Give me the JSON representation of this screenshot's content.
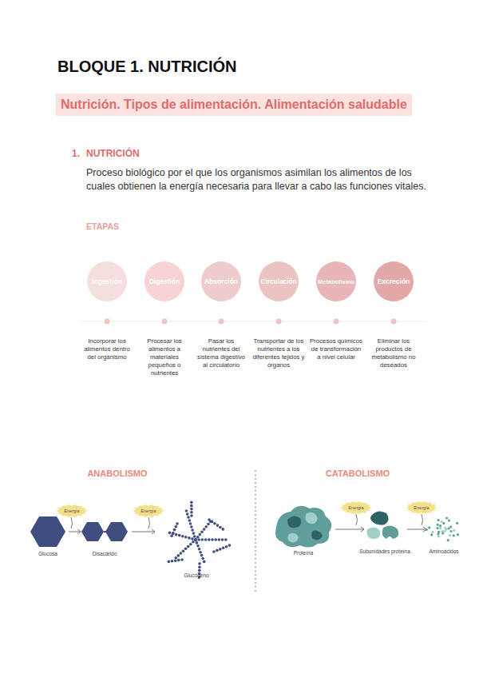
{
  "diagram": {
    "title": "BLOQUE 1. NUTRICIÓN",
    "nodes": [
      {
        "text": [
          "Nutrición. Tipos de alimentación. Alimentación saludable"
        ]
      },
      {
        "text": [
          "Ingestión",
          "Incorporar los alimentos dentro del organismo"
        ]
      },
      {
        "text": [
          "Digestión",
          "Procesar los alimentos a materiales pequeños o nutrientes"
        ]
      },
      {
        "text": [
          "Absorción",
          "Pasar los nutrientes del sistema digestivo al circulatorio"
        ]
      },
      {
        "text": [
          "Circulación",
          "Transportar de los nutrientes a los diferentes tejidos y órganos"
        ]
      },
      {
        "text": [
          "Metabolismo",
          "Procesos químicos de transformación a nivel celular"
        ]
      },
      {
        "text": [
          "Excreción",
          "Eliminar los productos de metabolismo no deseados"
        ]
      },
      {
        "text": [
          "Energía"
        ]
      },
      {
        "text": [
          "Energía"
        ]
      },
      {
        "text": [
          "Energía"
        ]
      },
      {
        "text": [
          "Energía"
        ]
      }
    ],
    "labels": [
      "1.",
      "NUTRICIÓN",
      "Proceso biológico por el que los organismos asimilan los alimentos de los cuales obtienen la energía necesaria para llevar a cabo las funciones vitales.",
      "ETAPAS",
      "ANABOLISMO",
      "Glucosa",
      "Disacárido",
      "Glucógeno",
      "CATABOLISMO",
      "Proteína",
      "Subunidades proteína",
      "Aminoácidos"
    ]
  }
}
